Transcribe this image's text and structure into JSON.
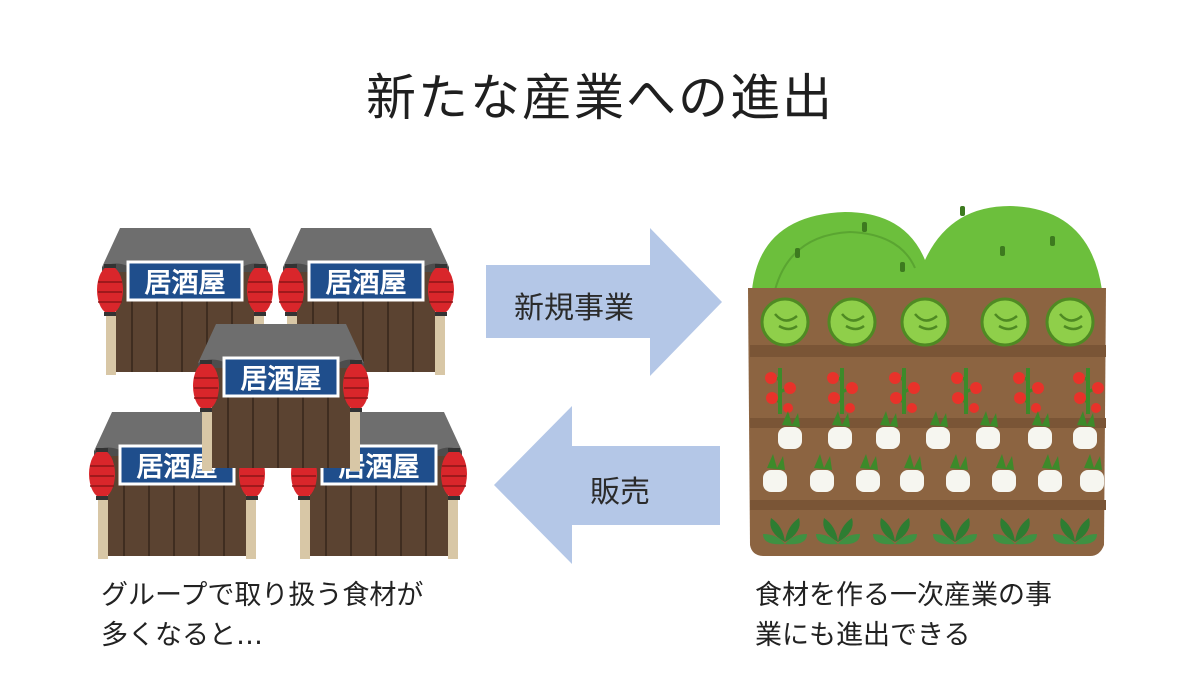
{
  "slide": {
    "title": "新たな産業への進出",
    "arrow_right_label": "新規事業",
    "arrow_left_label": "販売",
    "izakaya_sign": "居酒屋",
    "caption_left": [
      "グループで取り扱う食材が",
      "多くなると…"
    ],
    "caption_right": [
      "食材を作る一次産業の事",
      "業にも進出できる"
    ]
  },
  "colors": {
    "arrow": "#b4c7e7",
    "roof": "#6e6e6e",
    "sign": "#1f4e8c",
    "lantern": "#d9262b",
    "wall": "#5b4331",
    "hill": "#6cbf3c",
    "soil": "#8c6441"
  }
}
